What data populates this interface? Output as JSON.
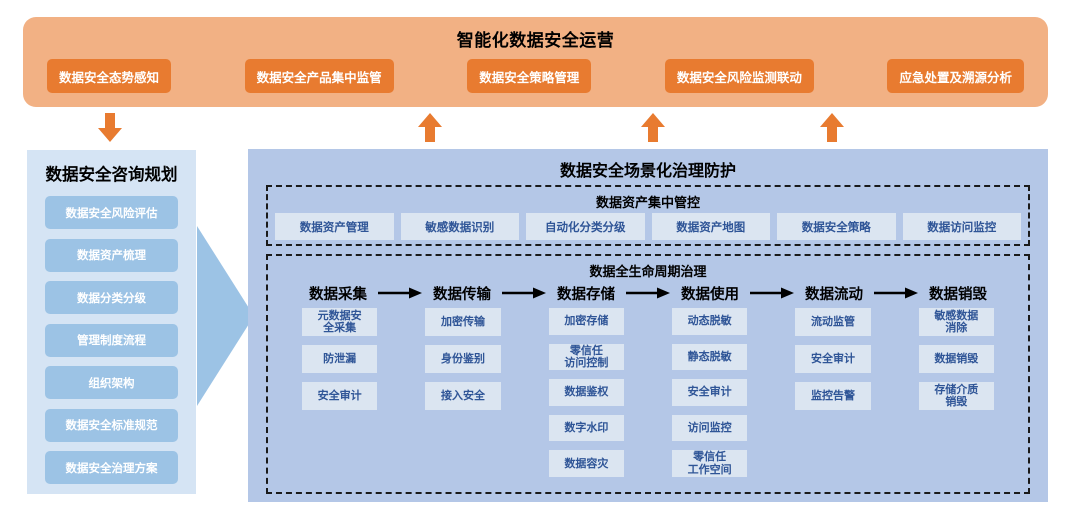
{
  "operations": {
    "title": "智能化数据安全运营",
    "items": [
      {
        "label": "数据安全态势感知"
      },
      {
        "label": "数据安全产品集中监管"
      },
      {
        "label": "数据安全策略管理"
      },
      {
        "label": "数据安全风险监测联动"
      },
      {
        "label": "应急处置及溯源分析"
      }
    ]
  },
  "consulting": {
    "title": "数据安全咨询规划",
    "items": [
      {
        "label": "数据安全风险评估"
      },
      {
        "label": "数据资产梳理"
      },
      {
        "label": "数据分类分级"
      },
      {
        "label": "管理制度流程"
      },
      {
        "label": "组织架构"
      },
      {
        "label": "数据安全标准规范"
      },
      {
        "label": "数据安全治理方案"
      }
    ]
  },
  "scenario": {
    "title": "数据安全场景化治理防护",
    "assets": {
      "title": "数据资产集中管控",
      "items": [
        {
          "label": "数据资产管理"
        },
        {
          "label": "敏感数据识别"
        },
        {
          "label": "自动化分类分级"
        },
        {
          "label": "数据资产地图"
        },
        {
          "label": "数据安全策略"
        },
        {
          "label": "数据访问监控"
        }
      ]
    },
    "lifecycle": {
      "title": "数据全生命周期治理",
      "stages": [
        {
          "name": "数据采集",
          "items": [
            "元数据安\n全采集",
            "防泄漏",
            "安全审计"
          ]
        },
        {
          "name": "数据传输",
          "items": [
            "加密传输",
            "身份鉴别",
            "接入安全"
          ]
        },
        {
          "name": "数据存储",
          "items": [
            "加密存储",
            "零信任\n访问控制",
            "数据鉴权",
            "数字水印",
            "数据容灾"
          ]
        },
        {
          "name": "数据使用",
          "items": [
            "动态脱敏",
            "静态脱敏",
            "安全审计",
            "访问监控",
            "零信任\n工作空间"
          ]
        },
        {
          "name": "数据流动",
          "items": [
            "流动监管",
            "安全审计",
            "监控告警"
          ]
        },
        {
          "name": "数据销毁",
          "items": [
            "敏感数据\n消除",
            "数据销毁",
            "存储介质\n销毁"
          ]
        }
      ]
    }
  },
  "connectors": {
    "down_arrow_label": "down-arrow-to-consulting",
    "up_arrow_labels": [
      "up-arrow-1",
      "up-arrow-2",
      "up-arrow-3"
    ],
    "side_arrow_label": "right-arrow-to-scenario"
  },
  "colors": {
    "ops_panel_bg": "#F2B184",
    "ops_item_bg": "#E87B30",
    "consult_panel_bg": "#D5E4F4",
    "consult_item_bg": "#9CC3E5",
    "scene_panel_bg": "#B4C7E7",
    "cell_bg": "#DBE5F1",
    "cell_text": "#2F5597",
    "arrow_orange": "#E87B30",
    "arrow_blue": "#9CC3E5"
  }
}
